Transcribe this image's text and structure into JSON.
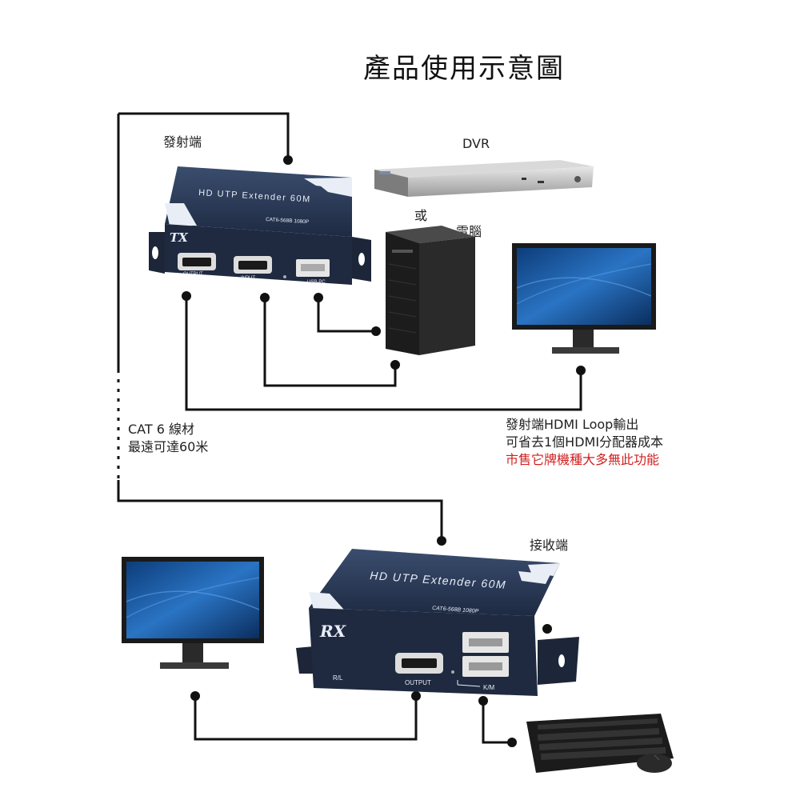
{
  "title": "產品使用示意圖",
  "transmitter": {
    "label": "發射端",
    "device_title": "HD UTP Extender 60M",
    "model": "CAT6-568B  1080P",
    "badge": "TX",
    "ports": {
      "output": "OUTPUT",
      "input": "INPUT",
      "usb": "USB-PC"
    }
  },
  "receiver": {
    "label": "接收端",
    "device_title": "HD UTP Extender 60M",
    "model": "CAT6-568B  1080P",
    "badge": "RX",
    "ports": {
      "rl": "R/L",
      "output": "OUTPUT",
      "km": "K/M"
    }
  },
  "sources": {
    "dvr": "DVR",
    "or": "或",
    "pc": "電腦"
  },
  "cable": {
    "line1": "CAT 6 線材",
    "line2": "最遠可達60米"
  },
  "feature": {
    "line1": "發射端HDMI Loop輸出",
    "line2": "可省去1個HDMI分配器成本",
    "line3": "市售它牌機種大多無此功能",
    "highlight_color": "#d21f1f"
  },
  "icons": [
    "monitor-icon",
    "keyboard-icon",
    "mouse-icon",
    "pc-tower-icon",
    "dvr-icon"
  ]
}
